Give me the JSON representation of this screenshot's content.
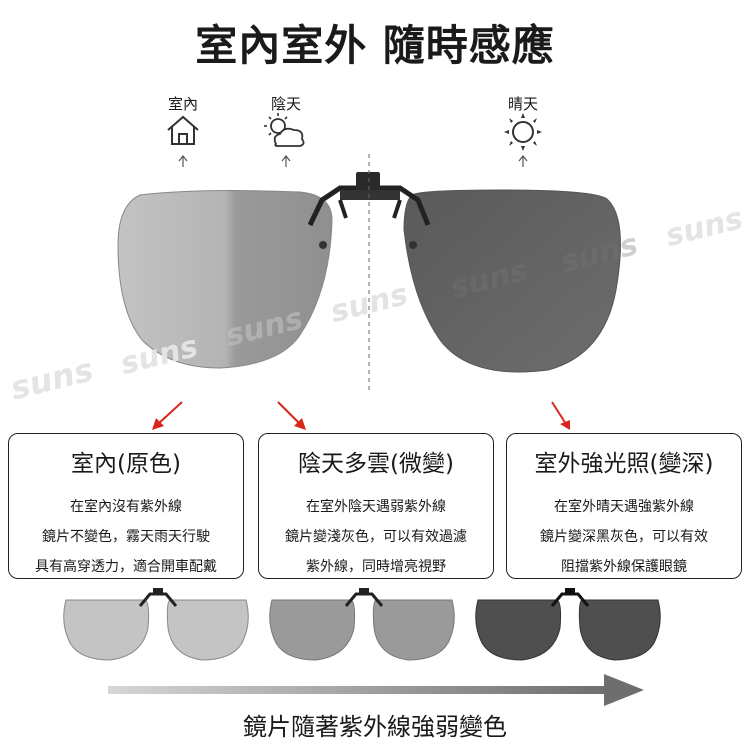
{
  "title": "室內室外 隨時感應",
  "icons": [
    {
      "label": "室內",
      "icon": "house-icon"
    },
    {
      "label": "陰天",
      "icon": "cloud-sun-icon"
    },
    {
      "label": "晴天",
      "icon": "sun-icon"
    }
  ],
  "watermark": "suns",
  "cards": [
    {
      "heading": "室內(原色)",
      "lines": [
        "在室內沒有紫外線",
        "鏡片不變色，霧天雨天行駛",
        "具有高穿透力，適合開車配戴"
      ]
    },
    {
      "heading": "陰天多雲(微變)",
      "lines": [
        "在室外陰天遇弱紫外線",
        "鏡片變淺灰色，可以有效過濾",
        "紫外線，同時增亮視野"
      ]
    },
    {
      "heading": "室外強光照(變深)",
      "lines": [
        "在室外晴天遇強紫外線",
        "鏡片變深黑灰色，可以有效",
        "阻擋紫外線保護眼鏡"
      ]
    }
  ],
  "footer": "鏡片隨著紫外線強弱變色",
  "colors": {
    "arrow_red": "#d9261c",
    "lens_light": "#bdbdbd",
    "lens_mid": "#8f8f8f",
    "lens_dark": "#4a4a4a"
  }
}
